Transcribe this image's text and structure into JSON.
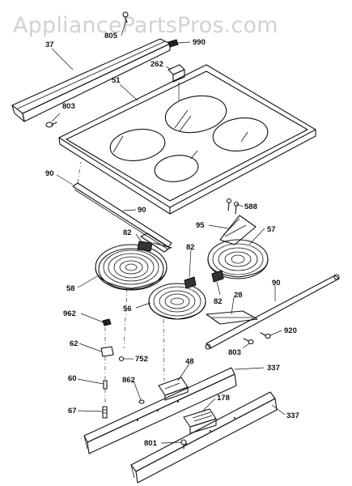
{
  "watermark": "AppliancePartsPros.com",
  "callouts": {
    "c805": "805",
    "c37": "37",
    "c990": "990",
    "c262": "262",
    "c51": "51",
    "c803a": "803",
    "c90a": "90",
    "c90b": "90",
    "c588": "588",
    "c95": "95",
    "c82a": "82",
    "c82b": "82",
    "c57": "57",
    "c58": "58",
    "c56": "56",
    "c82c": "82",
    "c90c": "90",
    "c28": "28",
    "c962": "962",
    "c920": "920",
    "c803b": "803",
    "c62": "62",
    "c752": "752",
    "c48": "48",
    "c337a": "337",
    "c60": "60",
    "c862": "862",
    "c178": "178",
    "c67": "67",
    "c337b": "337",
    "c801": "801"
  }
}
